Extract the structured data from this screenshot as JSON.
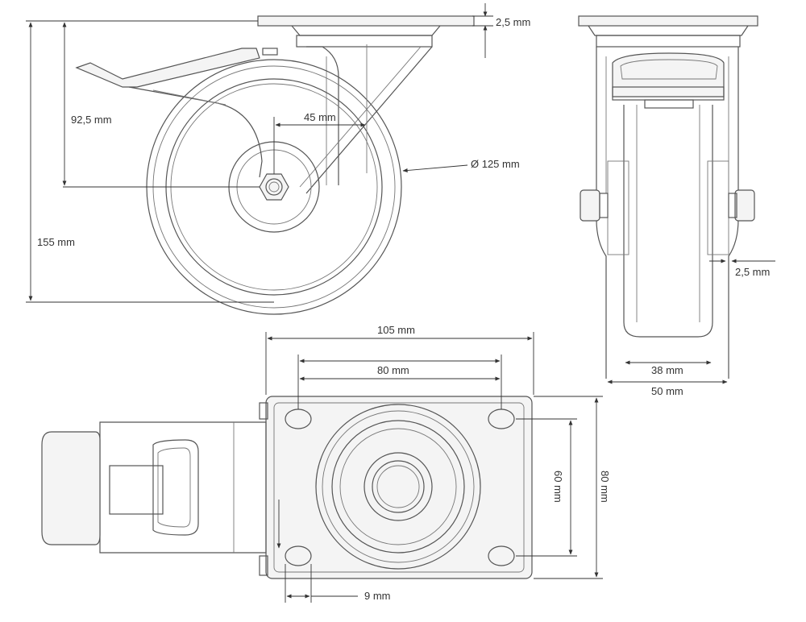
{
  "dimensions": {
    "plate_thickness": "2,5 mm",
    "axle_height": "92,5 mm",
    "offset": "45 mm",
    "wheel_diameter": "Ø 125 mm",
    "total_height": "155 mm",
    "side_gap": "2,5 mm",
    "wheel_width": "38 mm",
    "fork_width": "50 mm",
    "plate_length": "105 mm",
    "hole_spacing_length": "80 mm",
    "hole_spacing_width": "60 mm",
    "plate_width": "80 mm",
    "hole_diameter": "9 mm"
  },
  "colors": {
    "line": "#555555",
    "dimension": "#333333"
  }
}
